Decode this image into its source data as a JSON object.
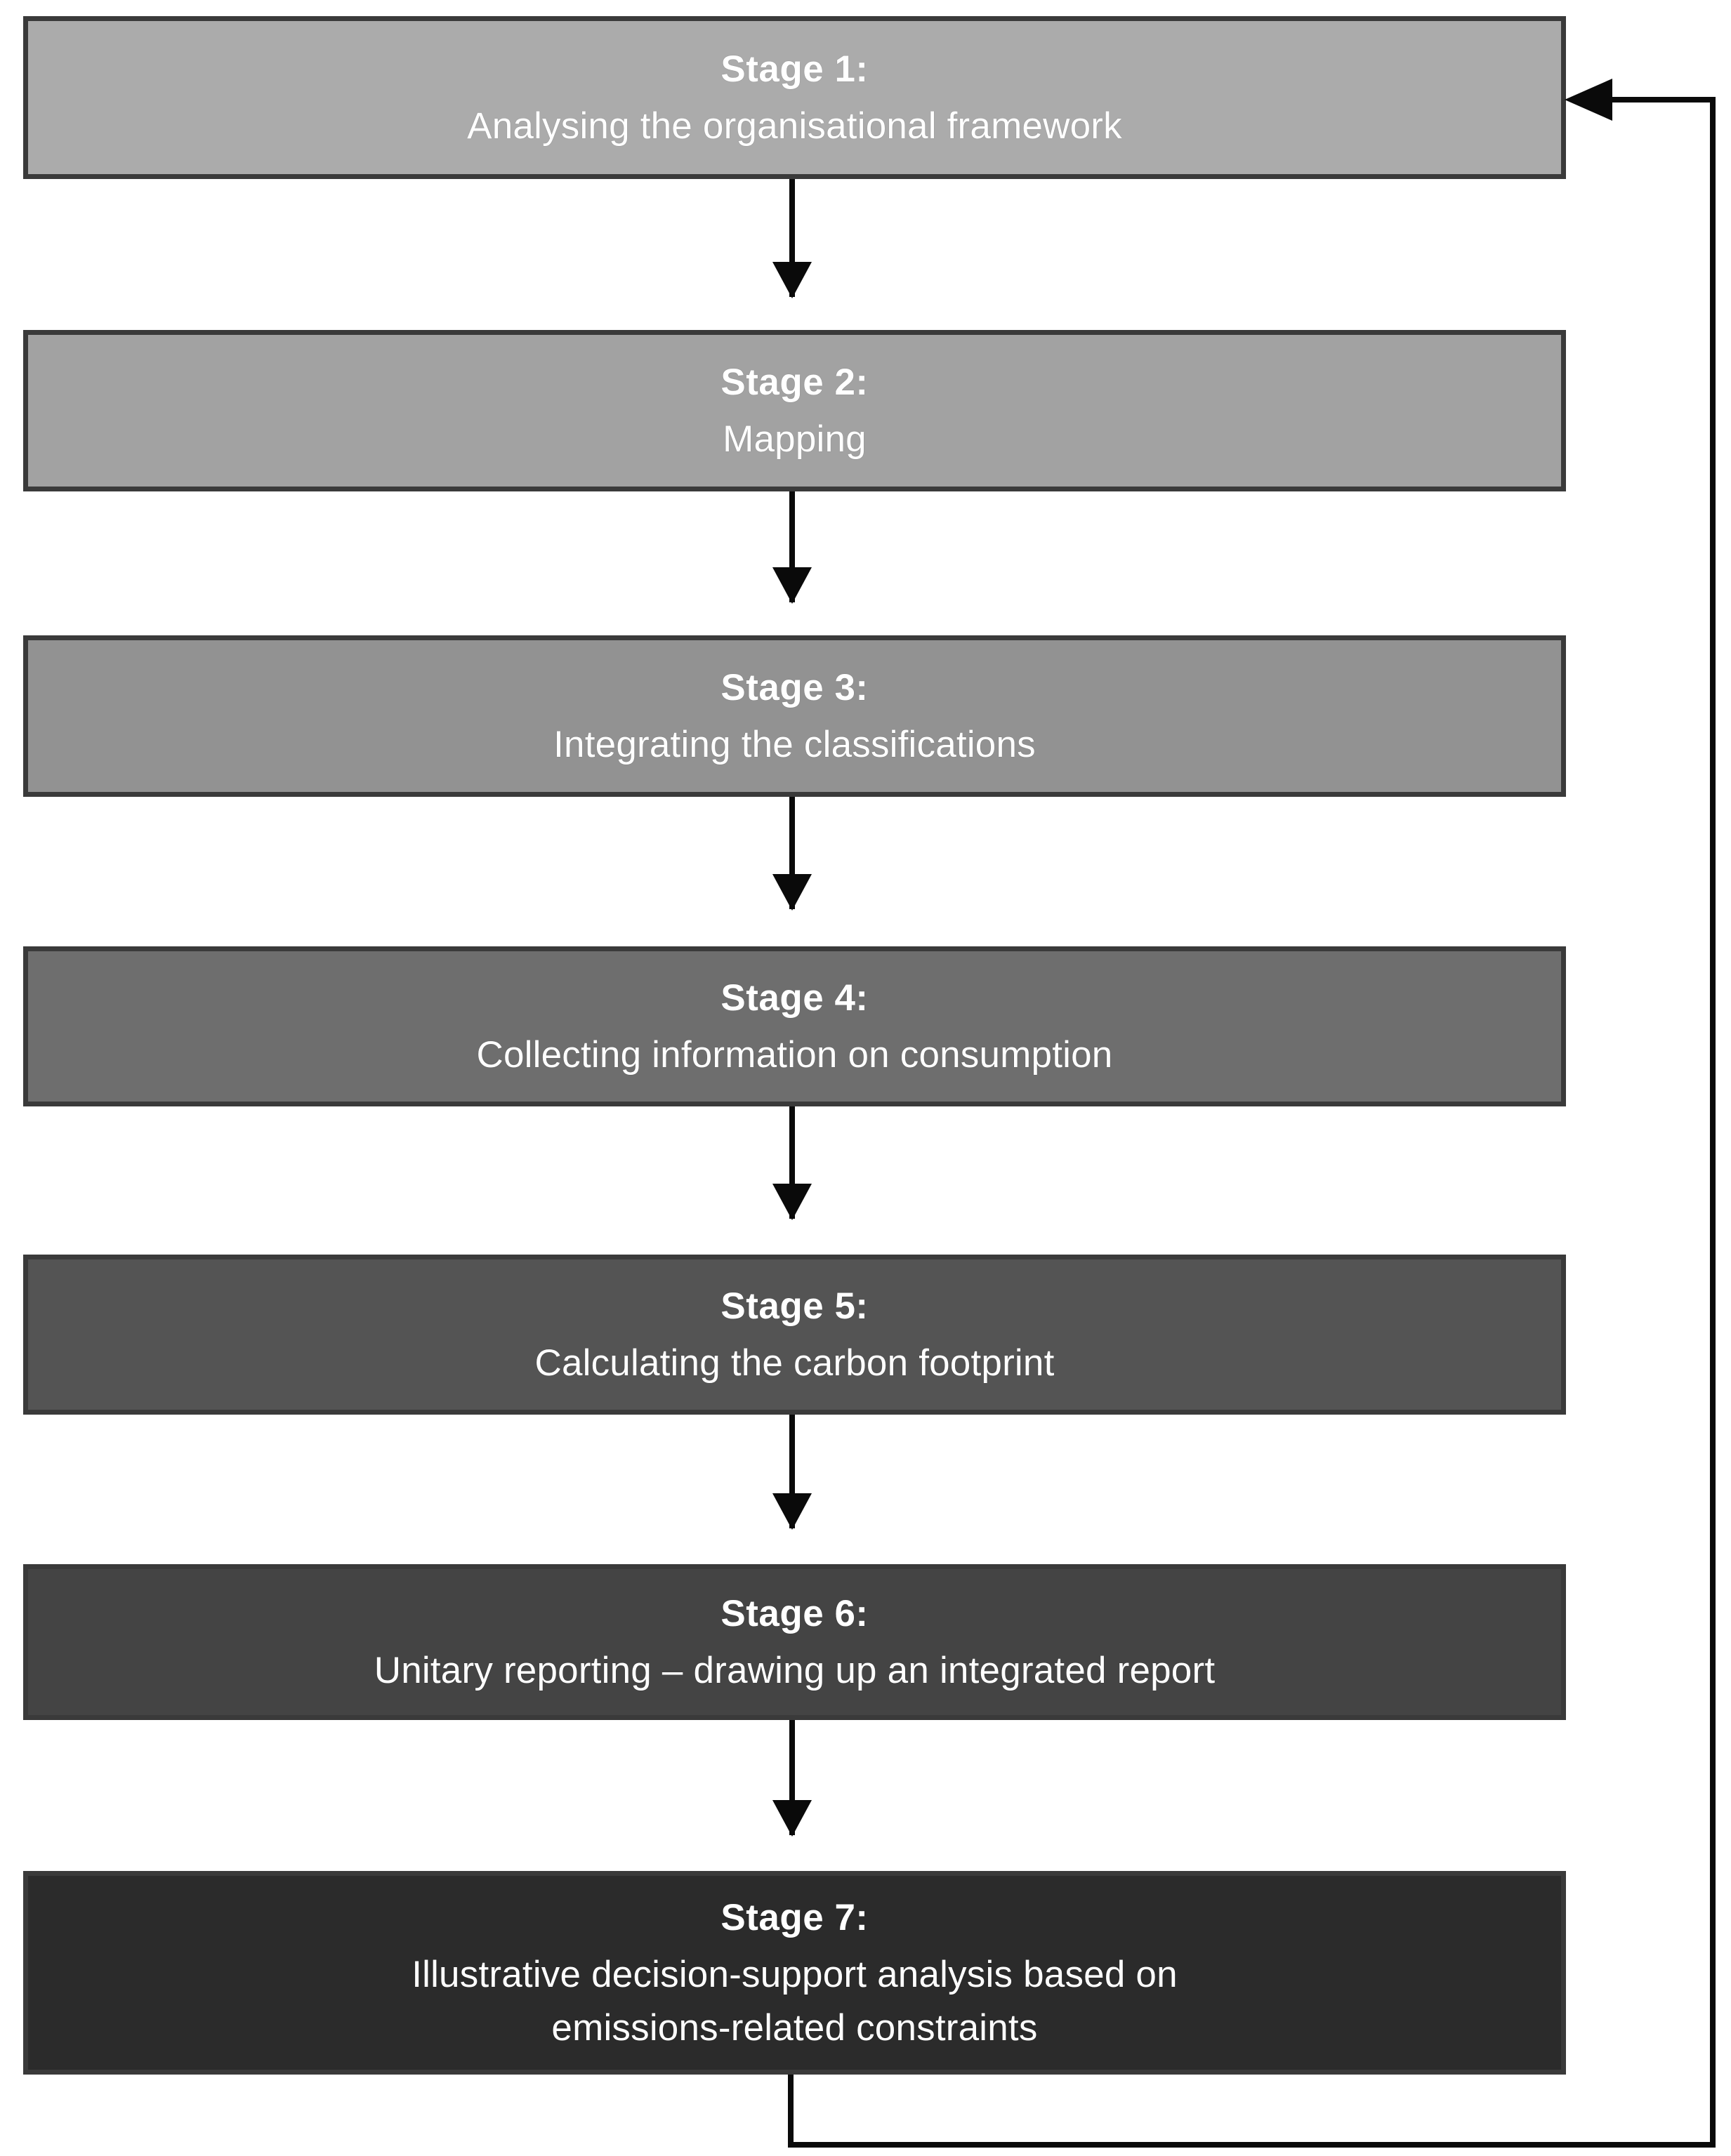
{
  "diagram": {
    "type": "flowchart",
    "orientation": "vertical",
    "background_color": "#FFFFFF",
    "line_color": "#0A0A0A",
    "border_color": "#3A3A3A",
    "text_color": "#FFFFFF",
    "stages": [
      {
        "id": "stage-1",
        "title": "Stage 1:",
        "description": "Analysing the organisational framework",
        "description_line2": "",
        "fill_color": "#ABABAB"
      },
      {
        "id": "stage-2",
        "title": "Stage 2:",
        "description": "Mapping",
        "description_line2": "",
        "fill_color": "#A2A2A2"
      },
      {
        "id": "stage-3",
        "title": "Stage 3:",
        "description": "Integrating the classifications",
        "description_line2": "",
        "fill_color": "#929292"
      },
      {
        "id": "stage-4",
        "title": "Stage 4:",
        "description": "Collecting information on consumption",
        "description_line2": "",
        "fill_color": "#6E6E6E"
      },
      {
        "id": "stage-5",
        "title": "Stage 5:",
        "description": "Calculating the carbon footprint",
        "description_line2": "",
        "fill_color": "#545454"
      },
      {
        "id": "stage-6",
        "title": "Stage 6:",
        "description": "Unitary reporting – drawing up an integrated report",
        "description_line2": "",
        "fill_color": "#444444"
      },
      {
        "id": "stage-7",
        "title": "Stage 7:",
        "description": "Illustrative decision-support analysis based on",
        "description_line2": "emissions-related constraints",
        "fill_color": "#2B2B2B"
      }
    ],
    "connectors": [
      {
        "id": "connector-1-2",
        "from": "stage-1",
        "to": "stage-2",
        "style": "arrow-down"
      },
      {
        "id": "connector-2-3",
        "from": "stage-2",
        "to": "stage-3",
        "style": "arrow-down"
      },
      {
        "id": "connector-3-4",
        "from": "stage-3",
        "to": "stage-4",
        "style": "arrow-down"
      },
      {
        "id": "connector-4-5",
        "from": "stage-4",
        "to": "stage-5",
        "style": "arrow-down"
      },
      {
        "id": "connector-5-6",
        "from": "stage-5",
        "to": "stage-6",
        "style": "arrow-down"
      },
      {
        "id": "connector-6-7",
        "from": "stage-6",
        "to": "stage-7",
        "style": "arrow-down"
      }
    ],
    "feedback_loop": {
      "id": "feedback-loop-7-1",
      "from": "stage-7",
      "to": "stage-1",
      "style": "orthogonal-arrow-left",
      "label": ""
    }
  }
}
